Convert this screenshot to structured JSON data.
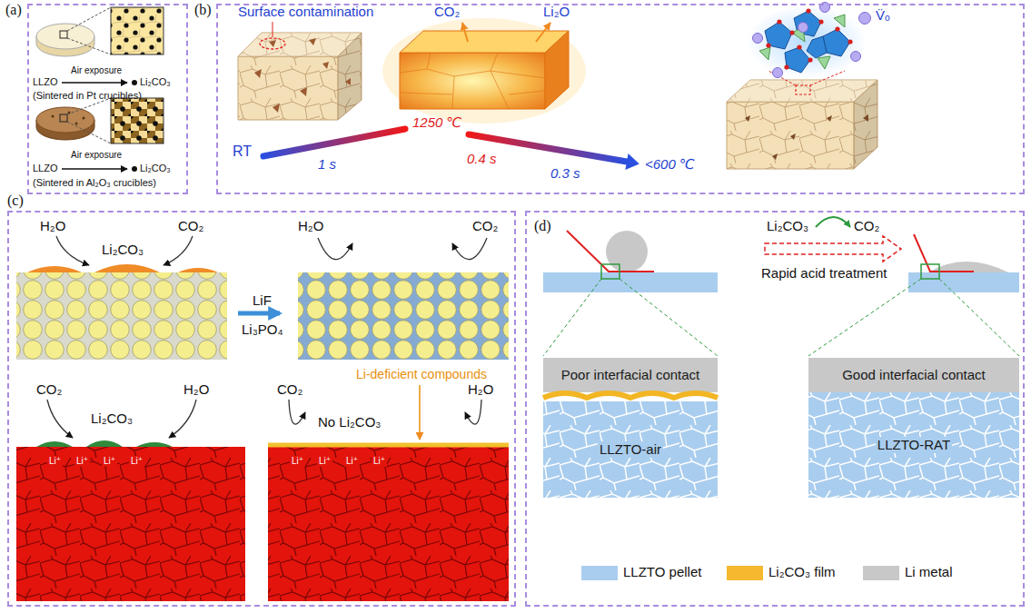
{
  "diagram": {
    "nodes": [
      {
        "text": [
          "(a)"
        ]
      },
      {
        "text": [
          "(b)"
        ]
      },
      {
        "text": [
          "(c)"
        ]
      },
      {
        "text": [
          "Li⁺",
          "Li⁺",
          "Li⁺",
          "Li⁺"
        ],
        "in": 2
      },
      {
        "text": [
          "Li⁺",
          "Li⁺",
          "Li⁺",
          "Li⁺"
        ],
        "in": 2
      },
      {
        "text": [
          "(d)"
        ]
      },
      {
        "text": [
          "Poor interfacial contact"
        ],
        "in": 5
      },
      {
        "text": [
          "LLZTO-air"
        ],
        "in": 5
      },
      {
        "text": [
          "Good interfacial contact"
        ],
        "in": 5
      },
      {
        "text": [
          "LLZTO-RAT"
        ],
        "in": 5
      }
    ],
    "labels": [
      "Air exposure",
      "LLZO",
      "Li₂CO₃",
      "(Sintered in Pt crucibles)",
      "Air exposure",
      "LLZO",
      "Li₂CO₃",
      "(Sintered in Al₂O₃ crucibles)",
      "Surface contamination",
      "CO₂",
      "Li₂O",
      "V̈ₒ",
      "RT",
      "1 s",
      "1250 ℃",
      "0.4 s",
      "0.3 s",
      "<600 ℃",
      "H₂O",
      "CO₂",
      "Li₂CO₃",
      "LiF",
      "Li₃PO₄",
      "H₂O",
      "CO₂",
      "CO₂",
      "H₂O",
      "Li₂CO₃",
      "Li-deficient compounds",
      "CO₂",
      "No Li₂CO₃",
      "H₂O",
      "Li₂CO₃",
      "CO₂",
      "Rapid acid treatment"
    ],
    "legend": [
      {
        "text": "LLZTO pellet",
        "color": "#a9cdee"
      },
      {
        "text": "Li₂CO₃ film",
        "color": "#f5b82e"
      },
      {
        "text": "Li metal",
        "color": "#c8c8c8"
      }
    ]
  }
}
